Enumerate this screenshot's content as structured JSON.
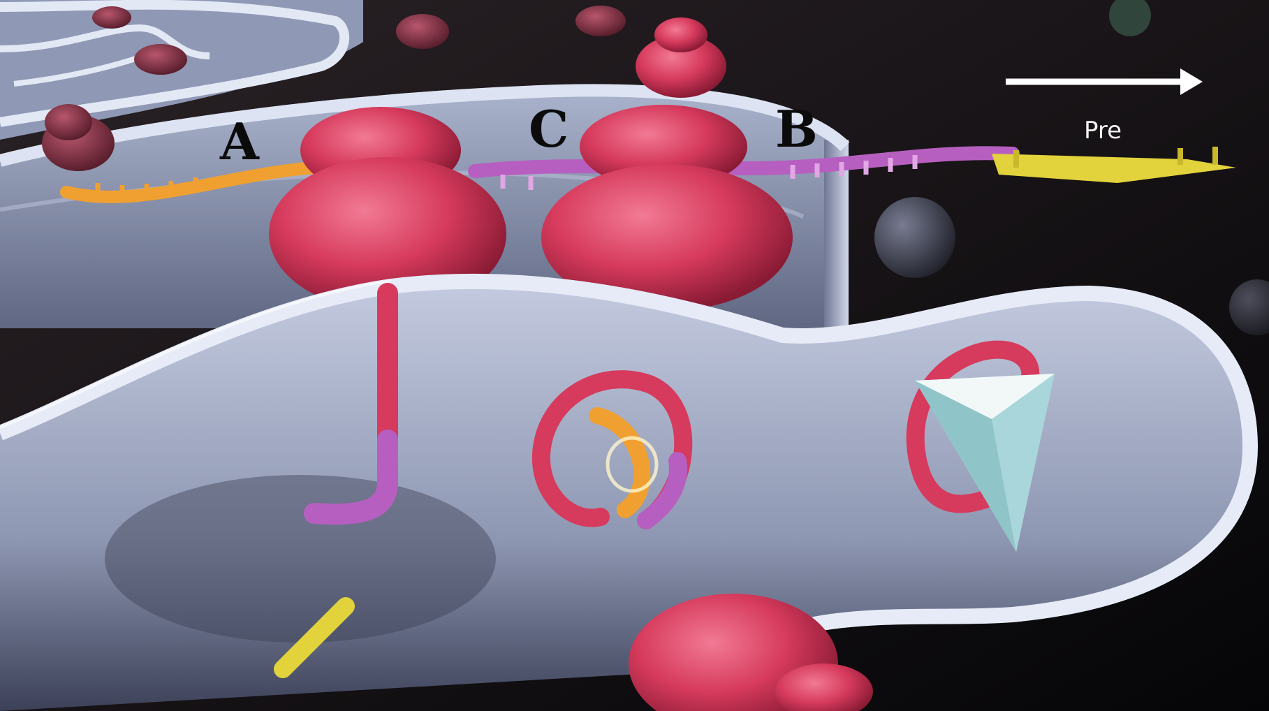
{
  "labels": {
    "a": "A",
    "c": "C",
    "b": "B",
    "pre": "Pre"
  },
  "colors": {
    "background": "#0a0a0c",
    "membrane": "#c9d3e6",
    "lumen": "#9aa3bd",
    "ribosome": "#d63a5c",
    "mrna": "#b65fc0",
    "signal_peptide": "#e2d23c",
    "orange_strand": "#f0a030",
    "arrow": "#ffffff"
  },
  "icons": {
    "direction_arrow": "arrow-right-icon",
    "folded_protein": "tetrahedron-icon"
  }
}
